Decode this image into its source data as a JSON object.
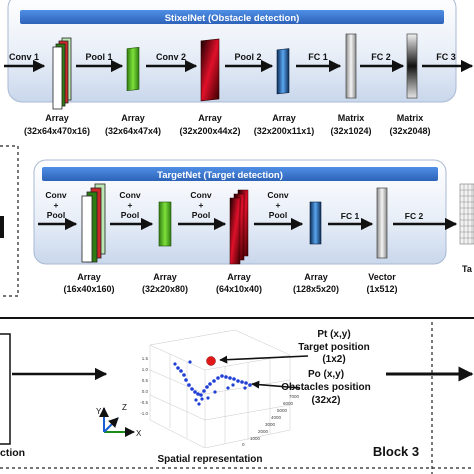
{
  "stixelnet": {
    "title": "StixelNet (Obstacle detection)",
    "layers": [
      "Conv 1",
      "Pool 1",
      "Conv 2",
      "Pool 2",
      "FC 1",
      "FC 2",
      "FC 3"
    ],
    "blocks": [
      {
        "name": "Array",
        "dims": "(32x64x470x16)"
      },
      {
        "name": "Array",
        "dims": "(32x64x47x4)"
      },
      {
        "name": "Array",
        "dims": "(32x200x44x2)"
      },
      {
        "name": "Array",
        "dims": "(32x200x11x1)"
      },
      {
        "name": "Matrix",
        "dims": "(32x1024)"
      },
      {
        "name": "Matrix",
        "dims": "(32x2048)"
      }
    ]
  },
  "targetnet": {
    "title": "TargetNet (Target detection)",
    "layer1_lines": [
      "Conv",
      "+",
      "Pool"
    ],
    "layer2_lines": [
      "Conv",
      "+",
      "Pool"
    ],
    "layer3_lines": [
      "Conv",
      "+",
      "Pool"
    ],
    "layer4_lines": [
      "Conv",
      "+",
      "Pool"
    ],
    "fc1": "FC 1",
    "fc2": "FC 2",
    "blocks": [
      {
        "name": "Array",
        "dims": "(16x40x160)"
      },
      {
        "name": "Array",
        "dims": "(32x20x80)"
      },
      {
        "name": "Array",
        "dims": "(64x10x40)"
      },
      {
        "name": "Array",
        "dims": "(128x5x20)"
      },
      {
        "name": "Vector",
        "dims": "(1x512)"
      }
    ],
    "right_label": "Ta"
  },
  "bottom": {
    "target_symbol": "Pt (x,y)",
    "target_label": "Target position",
    "target_dims": "(1x2)",
    "obstacle_symbol": "Po (x,y)",
    "obstacle_label": "Obstacles position",
    "obstacle_dims": "(32x2)",
    "spatial_label": "Spatial representation",
    "block_label": "Block 3",
    "left_text": "ction",
    "axis_x": "X",
    "axis_y": "Y",
    "axis_z": "Z",
    "scatter_ticks_y": [
      "1.5",
      "1.0",
      "0.5",
      "0.0",
      "-0.5",
      "-1.0"
    ],
    "scatter_ticks_x": [
      "0",
      "1000",
      "2000",
      "3000",
      "4000",
      "5000",
      "6000",
      "7000"
    ]
  },
  "colors": {
    "banner": "#3b7dd8",
    "panel": "#e6edf7",
    "arrow": "#111111"
  }
}
